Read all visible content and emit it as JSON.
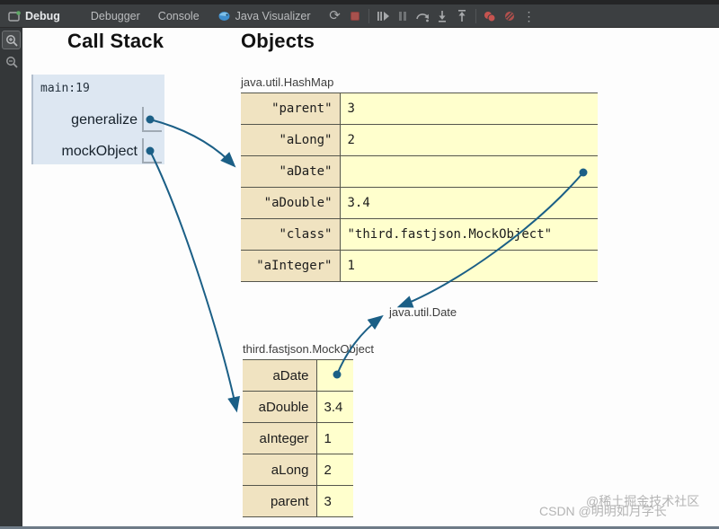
{
  "toolbar": {
    "debug_label": "Debug",
    "tabs": [
      "Debugger",
      "Console",
      "Java Visualizer"
    ],
    "icons": [
      "rerun",
      "stop",
      "resume",
      "pause",
      "step-over",
      "step-into",
      "step-out",
      "view-breakpoints",
      "mute-breakpoints",
      "more"
    ]
  },
  "side_rail": {
    "icons": [
      "zoom-in",
      "zoom-out"
    ]
  },
  "panel": {
    "call_stack_title": "Call Stack",
    "objects_title": "Objects"
  },
  "call_stack": {
    "frame_header": "main:19",
    "entries": [
      "generalize",
      "mockObject"
    ]
  },
  "hashmap": {
    "label": "java.util.HashMap",
    "rows": [
      {
        "key": "\"parent\"",
        "value": "3"
      },
      {
        "key": "\"aLong\"",
        "value": "2"
      },
      {
        "key": "\"aDate\"",
        "value": ""
      },
      {
        "key": "\"aDouble\"",
        "value": "3.4"
      },
      {
        "key": "\"class\"",
        "value": "\"third.fastjson.MockObject\""
      },
      {
        "key": "\"aInteger\"",
        "value": "1"
      }
    ]
  },
  "date": {
    "label": "java.util.Date"
  },
  "mock_object": {
    "label": "third.fastjson.MockObject",
    "rows": [
      {
        "key": "aDate",
        "value": ""
      },
      {
        "key": "aDouble",
        "value": "3.4"
      },
      {
        "key": "aInteger",
        "value": "1"
      },
      {
        "key": "aLong",
        "value": "2"
      },
      {
        "key": "parent",
        "value": "3"
      }
    ]
  },
  "watermark": {
    "line1": "@稀土掘金技术社区",
    "line2": "CSDN @明明如月学长"
  },
  "colors": {
    "arrow": "#1b5f86",
    "key_bg": "#f0e3c1",
    "value_bg": "#ffffcd",
    "frame_bg": "#dde7f2",
    "accent_red": "#c75450",
    "toolbar_bg": "#3c3f41"
  }
}
